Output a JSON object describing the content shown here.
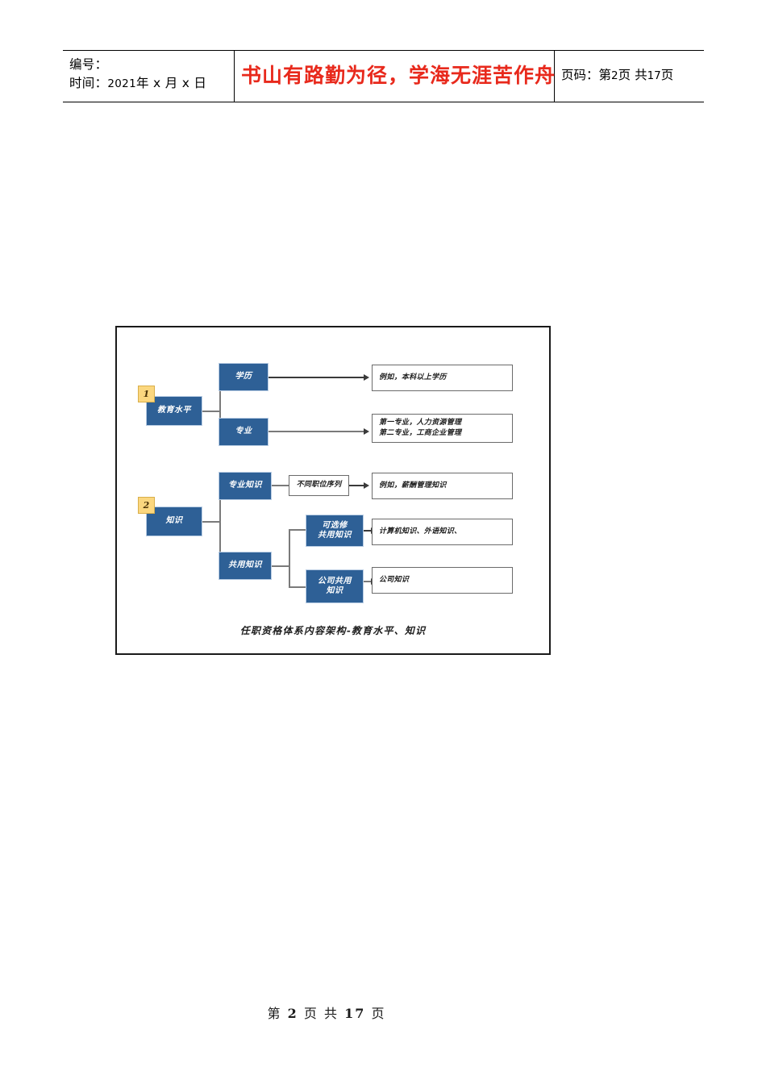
{
  "header": {
    "left_cell": {
      "line1": "编号：",
      "line2_prefix": "时间：",
      "line2_year": "2021",
      "line2_rest": "年 x 月 x 日"
    },
    "motto": "书山有路勤为径，学海无涯苦作舟",
    "motto_color": "#e8291c",
    "page_cell": {
      "label": "页码：",
      "current_prefix": "第",
      "current": "2",
      "current_suffix": "页",
      "total_prefix": "共",
      "total": "17",
      "total_suffix": "页"
    }
  },
  "diagram": {
    "caption": "任职资格体系内容架构-教育水平、知识",
    "node_fill": "#2e6096",
    "badge_fill": "#fbd77f",
    "branches": [
      {
        "badge": "1",
        "root": "教育水平",
        "children": [
          {
            "label": "学历",
            "detail": [
              "例如，本科以上学历"
            ]
          },
          {
            "label": "专业",
            "detail": [
              "第一专业，人力资源管理",
              "第二专业，工商企业管理"
            ]
          }
        ]
      },
      {
        "badge": "2",
        "root": "知识",
        "children": [
          {
            "label": "专业知识",
            "mid": "不同职位序列",
            "detail": [
              "例如，薪酬管理知识"
            ]
          },
          {
            "label": "共用知识",
            "subnodes": [
              {
                "label_line1": "可选修",
                "label_line2": "共用知识",
                "detail": [
                  "计算机知识、外语知识、"
                ]
              },
              {
                "label_line1": "公司共用",
                "label_line2": "知识",
                "detail": [
                  "公司知识"
                ]
              }
            ]
          }
        ]
      }
    ]
  },
  "footer": {
    "current_prefix": "第",
    "current": "2",
    "current_suffix": "页",
    "total_prefix": "共",
    "total": "17",
    "total_suffix": "页"
  }
}
